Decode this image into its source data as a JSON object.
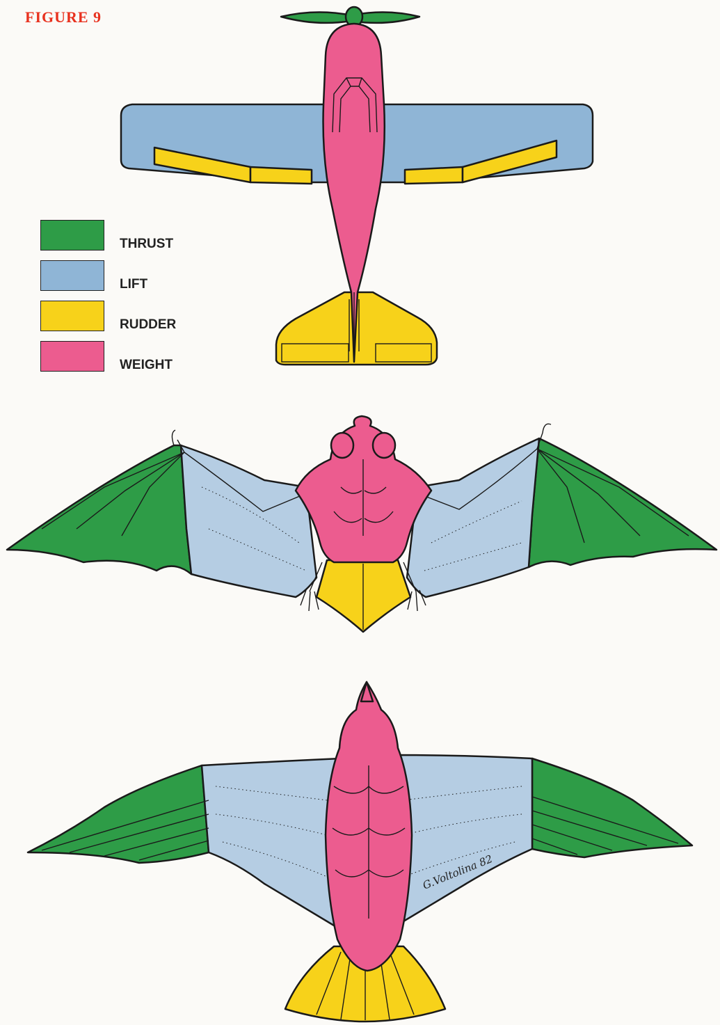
{
  "figure": {
    "title": "FIGURE 9"
  },
  "legend": {
    "items": [
      {
        "label": "THRUST",
        "color": "#2e9c47"
      },
      {
        "label": "LIFT",
        "color": "#8fb5d6"
      },
      {
        "label": "RUDDER",
        "color": "#f7d21a"
      },
      {
        "label": "WEIGHT",
        "color": "#ec5c8f"
      }
    ]
  },
  "illustrations": [
    {
      "subject": "airplane"
    },
    {
      "subject": "bat"
    },
    {
      "subject": "bird"
    }
  ],
  "signature": "G.Voltolina 82"
}
